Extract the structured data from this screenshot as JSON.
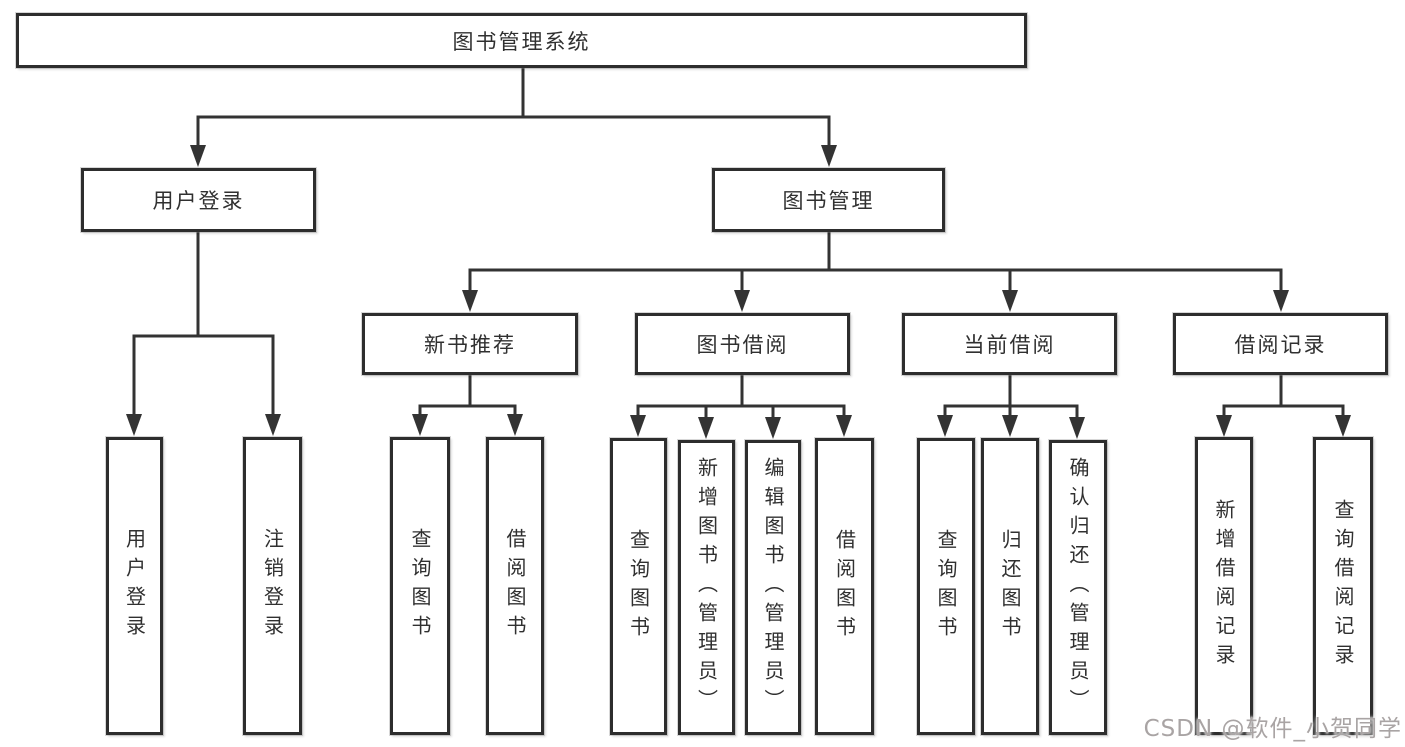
{
  "diagram_title": "图书管理系统",
  "nodes": [
    {
      "id": "root",
      "label": "图书管理系统"
    },
    {
      "id": "user-login",
      "label": "用户登录"
    },
    {
      "id": "book-management",
      "label": "图书管理"
    },
    {
      "id": "new-book-recommend",
      "label": "新书推荐"
    },
    {
      "id": "book-borrowing",
      "label": "图书借阅"
    },
    {
      "id": "current-borrowing",
      "label": "当前借阅"
    },
    {
      "id": "borrowing-records",
      "label": "借阅记录"
    },
    {
      "id": "leaf-user-login",
      "label": "用户登录"
    },
    {
      "id": "leaf-logout",
      "label": "注销登录"
    },
    {
      "id": "leaf-query-books-1",
      "label": "查询图书"
    },
    {
      "id": "leaf-borrow-books-1",
      "label": "借阅图书"
    },
    {
      "id": "leaf-query-books-2",
      "label": "查询图书"
    },
    {
      "id": "leaf-add-books-admin",
      "label": "新增图书（管理员）"
    },
    {
      "id": "leaf-edit-books-admin",
      "label": "编辑图书（管理员）"
    },
    {
      "id": "leaf-borrow-books-2",
      "label": "借阅图书"
    },
    {
      "id": "leaf-query-books-3",
      "label": "查询图书"
    },
    {
      "id": "leaf-return-books",
      "label": "归还图书"
    },
    {
      "id": "leaf-confirm-return-admin",
      "label": "确认归还（管理员）"
    },
    {
      "id": "leaf-add-borrow-record",
      "label": "新增借阅记录"
    },
    {
      "id": "leaf-query-borrow-record",
      "label": "查询借阅记录"
    }
  ],
  "edges": [
    {
      "parent": "root",
      "children": [
        "user-login",
        "book-management"
      ]
    },
    {
      "parent": "user-login",
      "children": [
        "leaf-user-login",
        "leaf-logout"
      ]
    },
    {
      "parent": "book-management",
      "children": [
        "new-book-recommend",
        "book-borrowing",
        "current-borrowing",
        "borrowing-records"
      ]
    },
    {
      "parent": "new-book-recommend",
      "children": [
        "leaf-query-books-1",
        "leaf-borrow-books-1"
      ]
    },
    {
      "parent": "book-borrowing",
      "children": [
        "leaf-query-books-2",
        "leaf-add-books-admin",
        "leaf-edit-books-admin",
        "leaf-borrow-books-2"
      ]
    },
    {
      "parent": "current-borrowing",
      "children": [
        "leaf-query-books-3",
        "leaf-return-books",
        "leaf-confirm-return-admin"
      ]
    },
    {
      "parent": "borrowing-records",
      "children": [
        "leaf-add-borrow-record",
        "leaf-query-borrow-record"
      ]
    }
  ],
  "watermark": {
    "text": "CSDN @软件_小贺同学",
    "color": "#a9a4a4"
  },
  "colors": {
    "background": "#ffffff",
    "box_fill": "#ffffff",
    "box_border": "#2d2d2d",
    "line": "#333333",
    "text": "#303030"
  }
}
